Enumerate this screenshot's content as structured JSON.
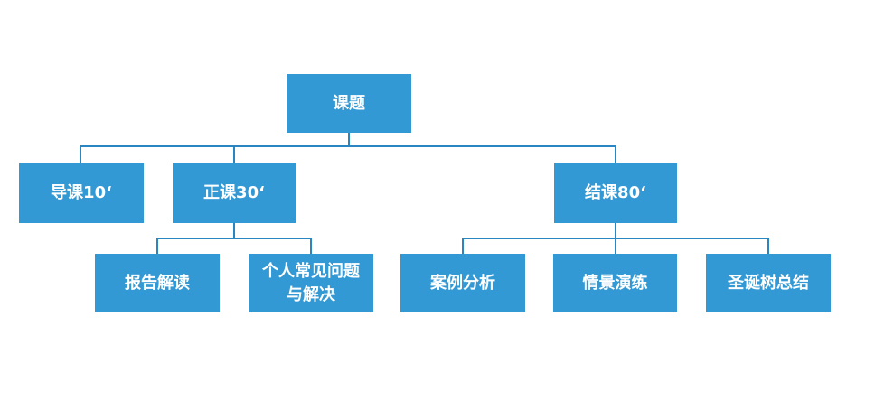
{
  "diagram": {
    "root": {
      "label": "课题"
    },
    "level1": [
      {
        "label": "导课10‘"
      },
      {
        "label": "正课30‘"
      },
      {
        "label": "结课80‘"
      }
    ],
    "level2": [
      {
        "label": "报告解读"
      },
      {
        "label_line1": "个人常见问题",
        "label_line2": "与解决"
      },
      {
        "label": "案例分析"
      },
      {
        "label": "情景演练"
      },
      {
        "label": "圣诞树总结"
      }
    ],
    "colors": {
      "node_fill": "#3399d4",
      "connector": "#2a86c0",
      "text": "#ffffff"
    }
  }
}
